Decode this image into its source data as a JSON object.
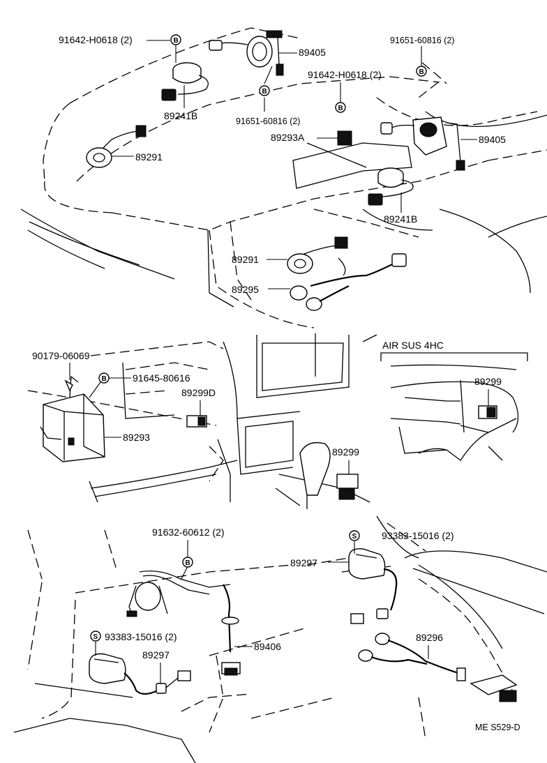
{
  "labels": {
    "p91642_top": "91642-H0618 (2)",
    "p89405_top": "89405",
    "p91651_right": "91651-60816 (2)",
    "p91642_mid": "91642-H0618  (2)",
    "p89241b_left": "89241B",
    "p91651_mid": "91651-60816 (2)",
    "p89293a": "89293A",
    "p89405_right": "89405",
    "p89291_left": "89291",
    "p89241b_right": "89241B",
    "p89291_mid": "89291",
    "p89295": "89295",
    "p90179": "90179-06069",
    "p91645": "91645-80616",
    "p89299d": "89299D",
    "p89293": "89293",
    "p89299_mid": "89299",
    "air_sus": "AIR  SUS  4HC",
    "p89299_right": "89299",
    "p91632": "91632-60612 (2)",
    "p93383_right": "93383-15016 (2)",
    "p89297_right": "89297",
    "p93383_left": "93383-15016 (2)",
    "p89297_left": "89297",
    "p89406": "89406",
    "p89296": "89296",
    "drawing_code": "ME  S529-D"
  },
  "symbols": {
    "bolt": "B",
    "screw": "S"
  }
}
